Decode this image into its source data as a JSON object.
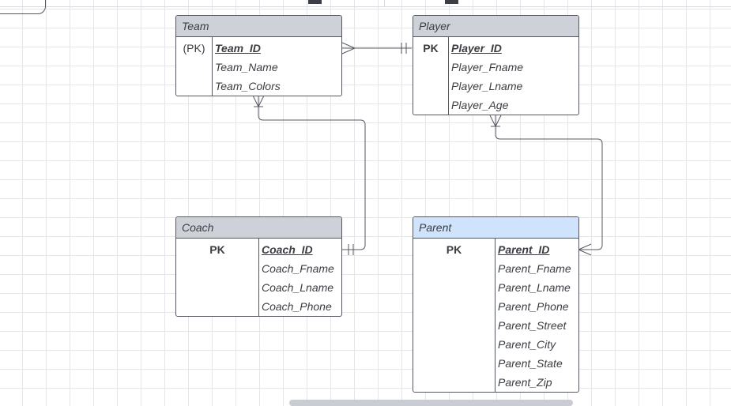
{
  "entities": {
    "team": {
      "title": "Team",
      "key_label": "(PK)",
      "attributes": [
        "Team_ID",
        "Team_Name",
        "Team_Colors"
      ]
    },
    "player": {
      "title": "Player",
      "key_label": "PK",
      "attributes": [
        "Player_ID",
        "Player_Fname",
        "Player_Lname",
        "Player_Age"
      ]
    },
    "coach": {
      "title": "Coach",
      "key_label": "PK",
      "attributes": [
        "Coach_ID",
        "Coach_Fname",
        "Coach_Lname",
        "Coach_Phone"
      ]
    },
    "parent": {
      "title": "Parent",
      "key_label": "PK",
      "attributes": [
        "Parent_ID",
        "Parent_Fname",
        "Parent_Lname",
        "Parent_Phone",
        "Parent_Street",
        "Parent_City",
        "Parent_State",
        "Parent_Zip"
      ]
    }
  },
  "relationships": [
    {
      "from": "Team",
      "to": "Player",
      "from_end": "many",
      "to_end": "one-and-only-one"
    },
    {
      "from": "Team",
      "to": "Coach",
      "from_end": "one-or-many",
      "to_end": "one-and-only-one"
    },
    {
      "from": "Player",
      "to": "Parent",
      "from_end": "one-or-many",
      "to_end": "many"
    }
  ],
  "colors": {
    "header_gray": "#ced2d8",
    "header_blue": "#cfe3fd",
    "border": "#55595f",
    "grid": "#e4e6ea"
  }
}
